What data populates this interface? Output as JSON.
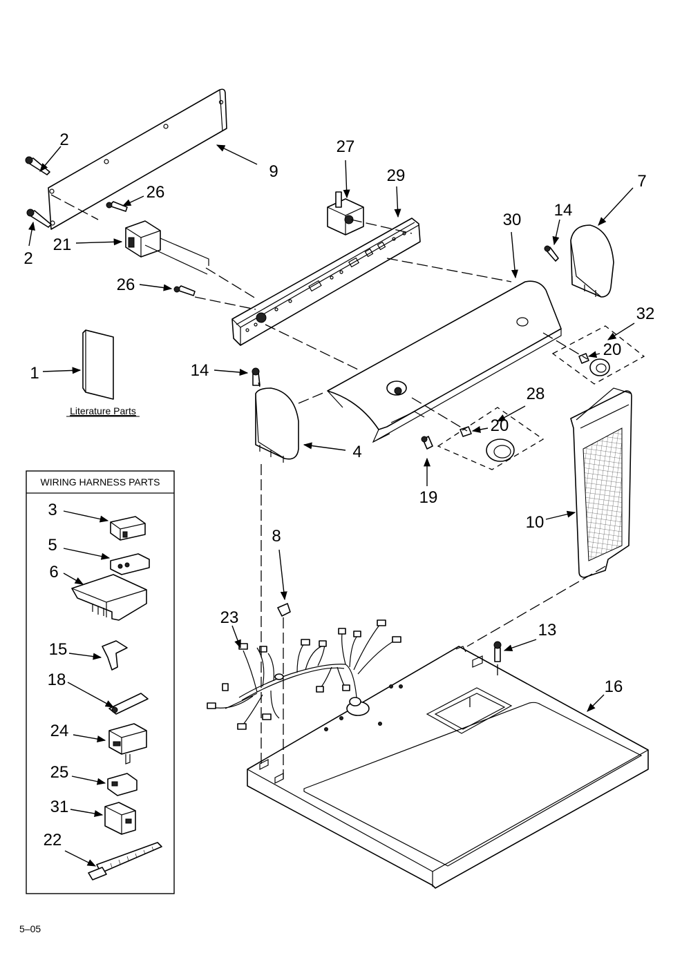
{
  "harness_box": {
    "title": "WIRING HARNESS PARTS"
  },
  "literature_caption": "Literature Parts",
  "page_code": "5–05",
  "labels": {
    "p1": "1",
    "p2": "2",
    "p3": "3",
    "p4": "4",
    "p5": "5",
    "p6": "6",
    "p7": "7",
    "p8": "8",
    "p9": "9",
    "p10": "10",
    "p13": "13",
    "p14": "14",
    "p15": "15",
    "p16": "16",
    "p18": "18",
    "p19": "19",
    "p20": "20",
    "p21": "21",
    "p22": "22",
    "p23": "23",
    "p24": "24",
    "p25": "25",
    "p26": "26",
    "p27": "27",
    "p28": "28",
    "p29": "29",
    "p30": "30",
    "p31": "31",
    "p32": "32"
  }
}
